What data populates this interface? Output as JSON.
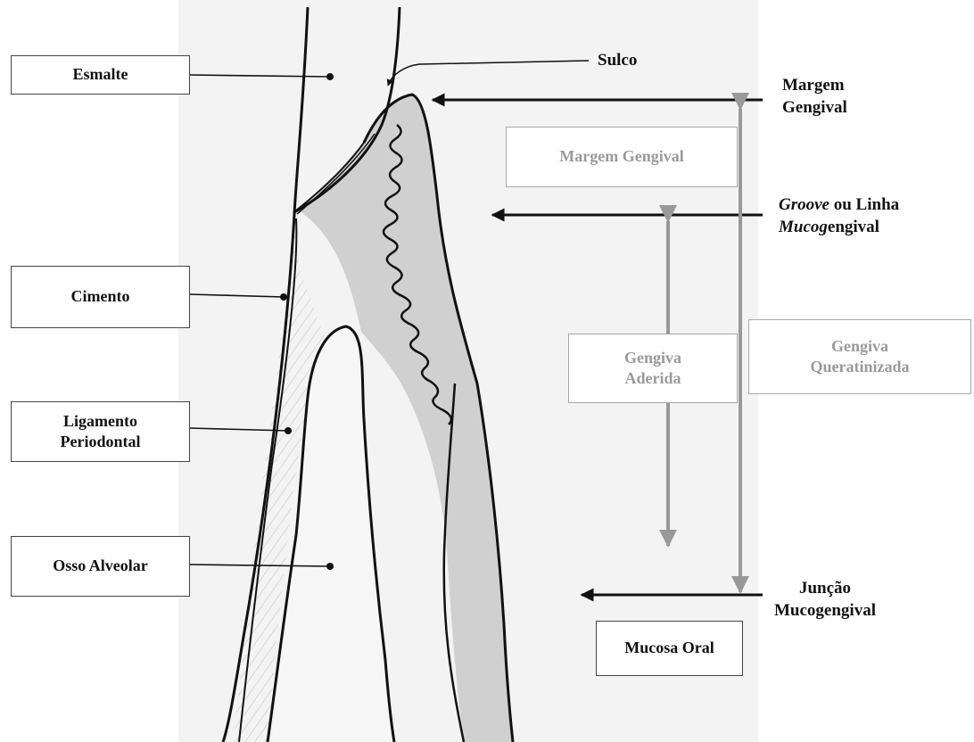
{
  "left_labels": {
    "esmalte": "Esmalte",
    "cimento": "Cimento",
    "ligamento_line1": "Ligamento",
    "ligamento_line2": "Periodontal",
    "osso_alveolar": "Osso Alveolar"
  },
  "right_labels": {
    "sulco": "Sulco",
    "margem_gengival_line1": "Margem",
    "margem_gengival_line2": "Gengival",
    "groove_italic": "Groove",
    "groove_rest": " ou Linha",
    "mucog_italic": "Mucog",
    "mucog_rest": "engival",
    "juncao_line1": "Junção",
    "juncao_line2": "Mucogengival"
  },
  "zone_boxes": {
    "margem_gengival": "Margem Gengival",
    "gengiva_aderida_line1": "Gengiva",
    "gengiva_aderida_line2": "Aderida",
    "gengiva_queratinizada_line1": "Gengiva",
    "gengiva_queratinizada_line2": "Queratinizada",
    "mucosa_oral": "Mucosa Oral"
  },
  "colors": {
    "ink": "#111111",
    "dark_border": "#444444",
    "light_text": "#9a9a9a",
    "light_border": "#a8a8a8",
    "gray_arrow": "#999999",
    "tissue_shade": "#c9c9c9",
    "paper": "#f3f3f3"
  }
}
